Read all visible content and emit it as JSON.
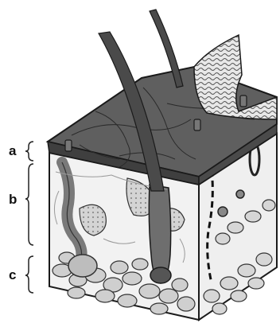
{
  "labels": {
    "epidermis": "a",
    "dermis": "b",
    "hypodermis": "c"
  },
  "colors": {
    "surface": "#5f5f5f",
    "surface_dark": "#3f3f3f",
    "outline": "#1a1a1a",
    "dermis": "#f2f2f2",
    "fat_cell": "#cfcfcf",
    "fat_cell_dark": "#a9a9a9",
    "hair": "#4a4a4a",
    "follicle": "#7a7a7a",
    "gland": "#d9d9d9",
    "background": "#ffffff"
  }
}
